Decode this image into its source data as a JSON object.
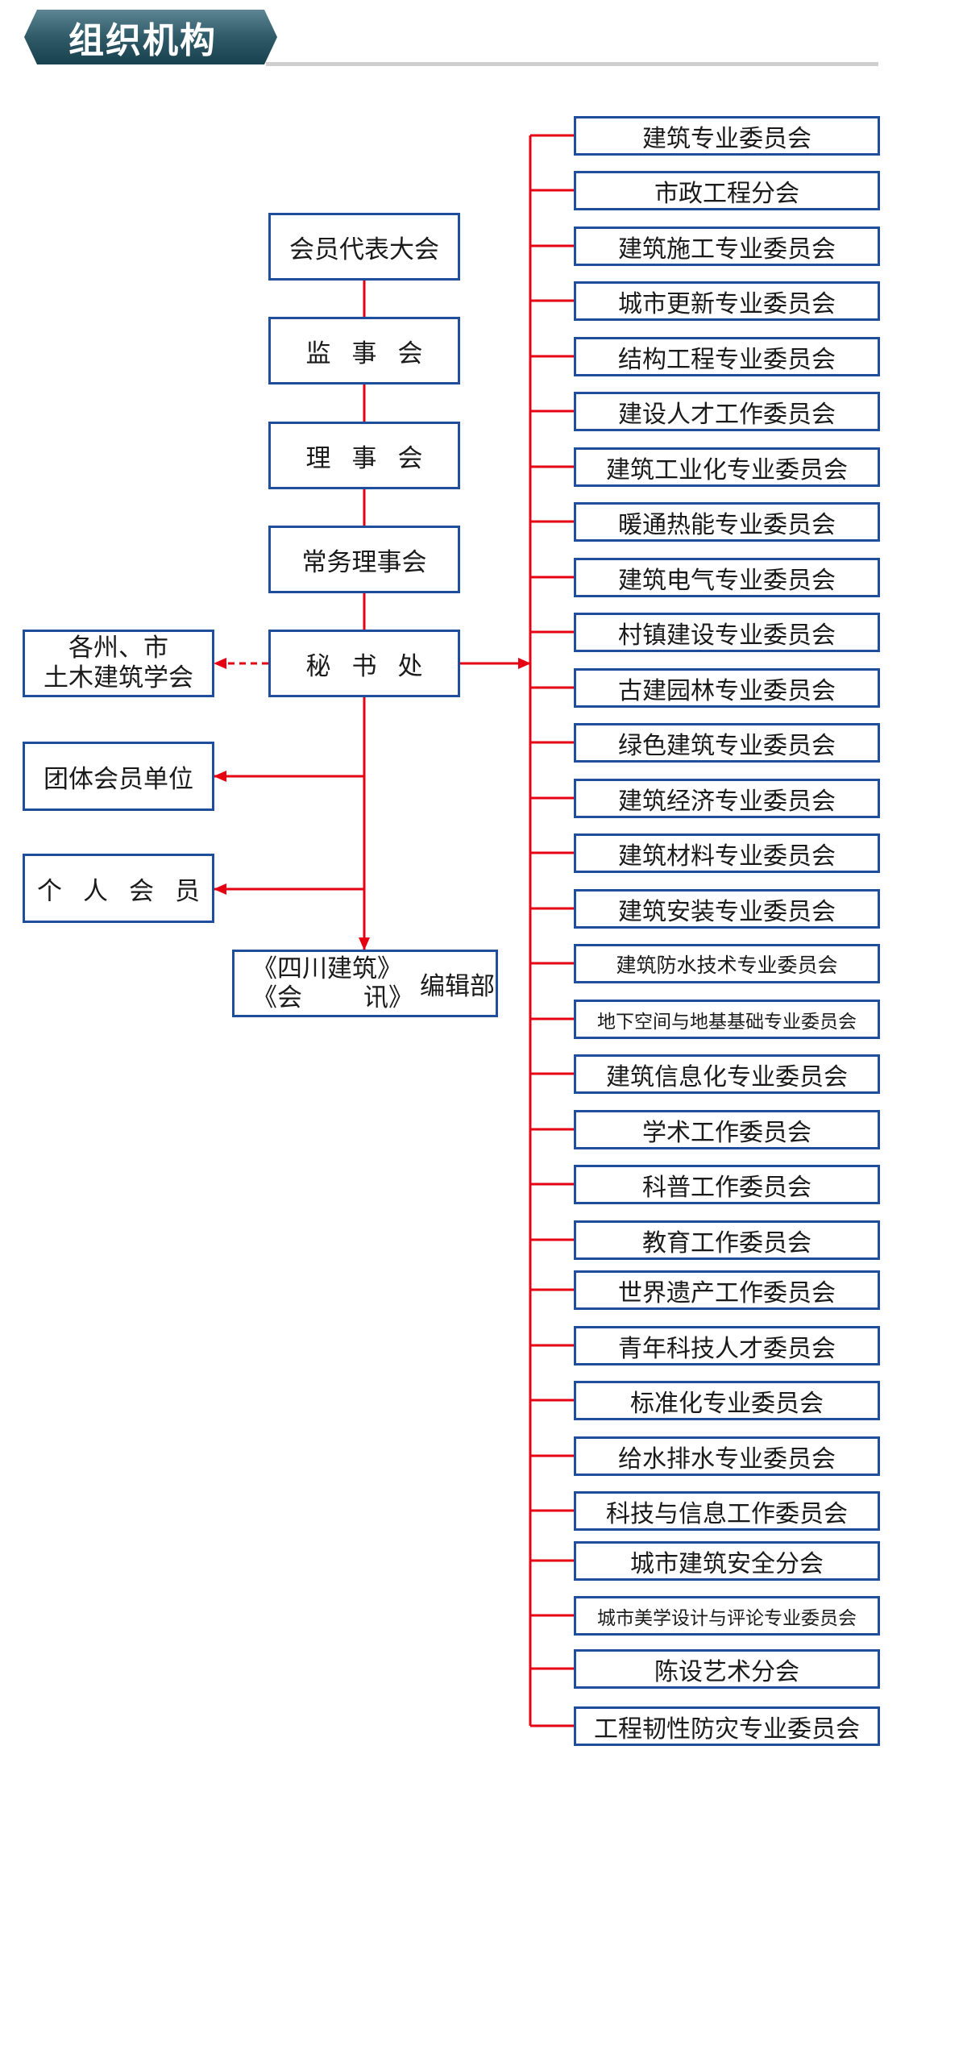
{
  "title": "组织机构",
  "colors": {
    "connector": "#e60012",
    "box_border": "#1f4e9c",
    "banner_dark": "#19414e",
    "banner_light": "#5d8593",
    "title_rule": "#cfcfcf"
  },
  "hierarchy": [
    {
      "label": "会员代表大会"
    },
    {
      "label": "监事会"
    },
    {
      "label": "理事会"
    },
    {
      "label": "常务理事会"
    },
    {
      "label": "秘书处"
    }
  ],
  "left_units": {
    "local_societies": [
      "各州、市",
      "土木建筑学会"
    ],
    "group_members": "团体会员单位",
    "individual_members": "个人会员"
  },
  "publication": {
    "line1": "《四川建筑》",
    "line2_open": "《会",
    "line2_close": "讯》",
    "suffix": "编辑部"
  },
  "committees": [
    "建筑专业委员会",
    "市政工程分会",
    "建筑施工专业委员会",
    "城市更新专业委员会",
    "结构工程专业委员会",
    "建设人才工作委员会",
    "建筑工业化专业委员会",
    "暖通热能专业委员会",
    "建筑电气专业委员会",
    "村镇建设专业委员会",
    "古建园林专业委员会",
    "绿色建筑专业委员会",
    "建筑经济专业委员会",
    "建筑材料专业委员会",
    "建筑安装专业委员会",
    "建筑防水技术专业委员会",
    "地下空间与地基基础专业委员会",
    "建筑信息化专业委员会",
    "学术工作委员会",
    "科普工作委员会",
    "教育工作委员会",
    "世界遗产工作委员会",
    "青年科技人才委员会",
    "标准化专业委员会",
    "给水排水专业委员会",
    "科技与信息工作委员会",
    "城市建筑安全分会",
    "城市美学设计与评论专业委员会",
    "陈设艺术分会",
    "工程韧性防灾专业委员会"
  ]
}
